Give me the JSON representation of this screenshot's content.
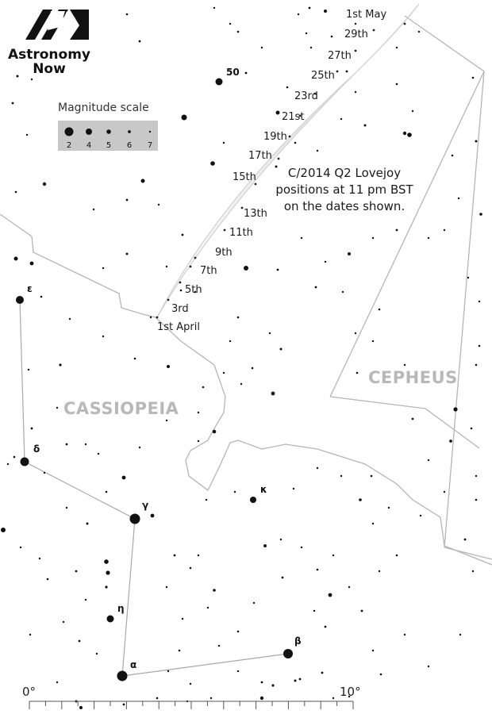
{
  "logo": {
    "name": "Astronomy Now",
    "line1": "Astronomy",
    "line2": "Now"
  },
  "magnitude_scale": {
    "title": "Magnitude scale",
    "labels": [
      "2",
      "4",
      "5",
      "6",
      "7"
    ]
  },
  "caption": {
    "line1": "C/2014 Q2 Lovejoy",
    "line2": "positions at 11 pm BST",
    "line3": "on the dates shown."
  },
  "constellations": {
    "cassiopeia": "CASSIOPEIA",
    "cepheus": "CEPHEUS"
  },
  "star_labels": {
    "epsilon": "ε",
    "delta": "δ",
    "gamma": "γ",
    "kappa": "κ",
    "eta": "η",
    "alpha": "α",
    "beta": "β",
    "fifty": "50"
  },
  "comet_dates": [
    "1st April",
    "3rd",
    "5th",
    "7th",
    "9th",
    "11th",
    "13th",
    "15th",
    "17th",
    "19th",
    "21st",
    "23rd",
    "25th",
    "27th",
    "29th",
    "1st May"
  ],
  "scale_bar": {
    "start": "0°",
    "end": "10°"
  }
}
